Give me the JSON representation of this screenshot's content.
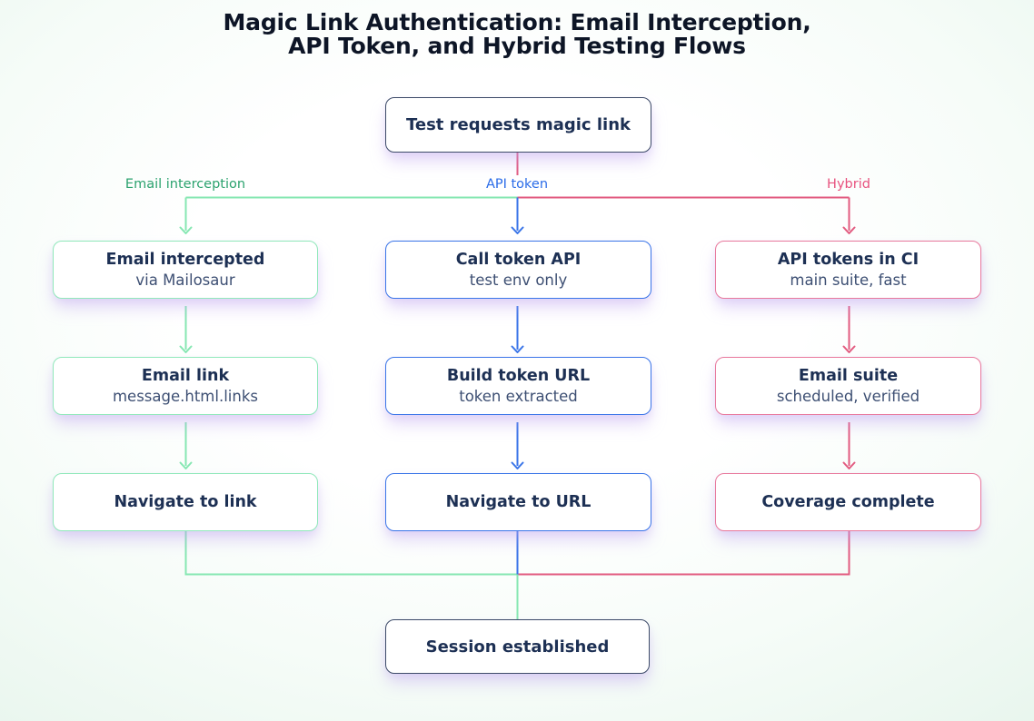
{
  "title": {
    "line1": "Magic Link Authentication: Email Interception,",
    "line2": "API Token, and Hybrid Testing Flows"
  },
  "flow": {
    "start": {
      "title": "Test requests magic link"
    },
    "branch_labels": {
      "email": "Email interception",
      "api": "API token",
      "hybrid": "Hybrid"
    },
    "email": {
      "step1": {
        "title": "Email intercepted",
        "subtitle": "via Mailosaur"
      },
      "step2": {
        "title": "Email link",
        "subtitle": "message.html.links"
      },
      "step3": {
        "title": "Navigate to link"
      }
    },
    "api": {
      "step1": {
        "title": "Call token API",
        "subtitle": "test env only"
      },
      "step2": {
        "title": "Build token URL",
        "subtitle": "token extracted"
      },
      "step3": {
        "title": "Navigate to URL"
      }
    },
    "hybrid": {
      "step1": {
        "title": "API tokens in CI",
        "subtitle": "main suite, fast"
      },
      "step2": {
        "title": "Email suite",
        "subtitle": "scheduled, verified"
      },
      "step3": {
        "title": "Coverage complete"
      }
    },
    "end": {
      "title": "Session established"
    }
  },
  "colors": {
    "green_line": "#86e7b2",
    "green_border": "#90e8ba",
    "green_label": "#2ba26e",
    "blue": "#3a75e8",
    "blue_label": "#2b6ce8",
    "pink_line": "#e25b80",
    "pink_border": "#e8789c",
    "pink_label": "#e8527f",
    "navy_border": "#3c4a68",
    "text_primary": "#1d3054",
    "text_secondary": "#3d4f73",
    "title_color": "#0d1526"
  }
}
